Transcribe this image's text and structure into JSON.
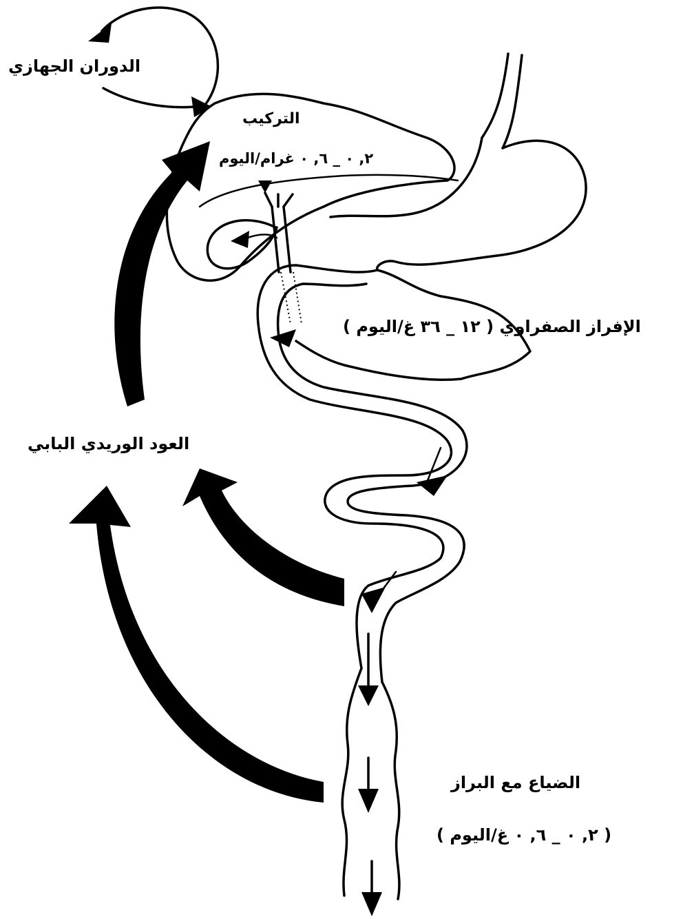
{
  "labels": {
    "systemic_circulation": "الدوران الجهازي",
    "composition_title": "التركيب",
    "composition_rate": "٢, ٠ _ ٦, ٠ غرام/اليوم",
    "biliary_secretion": "الإفراز الصفراوي ( ١٢ _ ٣٦ غ/اليوم )",
    "portal_venous_return": "العود الوريدي البابي",
    "fecal_loss_title": "الضياع مع البراز",
    "fecal_loss_rate": "( ٢, ٠ _ ٦, ٠ غ/اليوم )"
  },
  "colors": {
    "ink": "#000000",
    "background": "#ffffff"
  }
}
